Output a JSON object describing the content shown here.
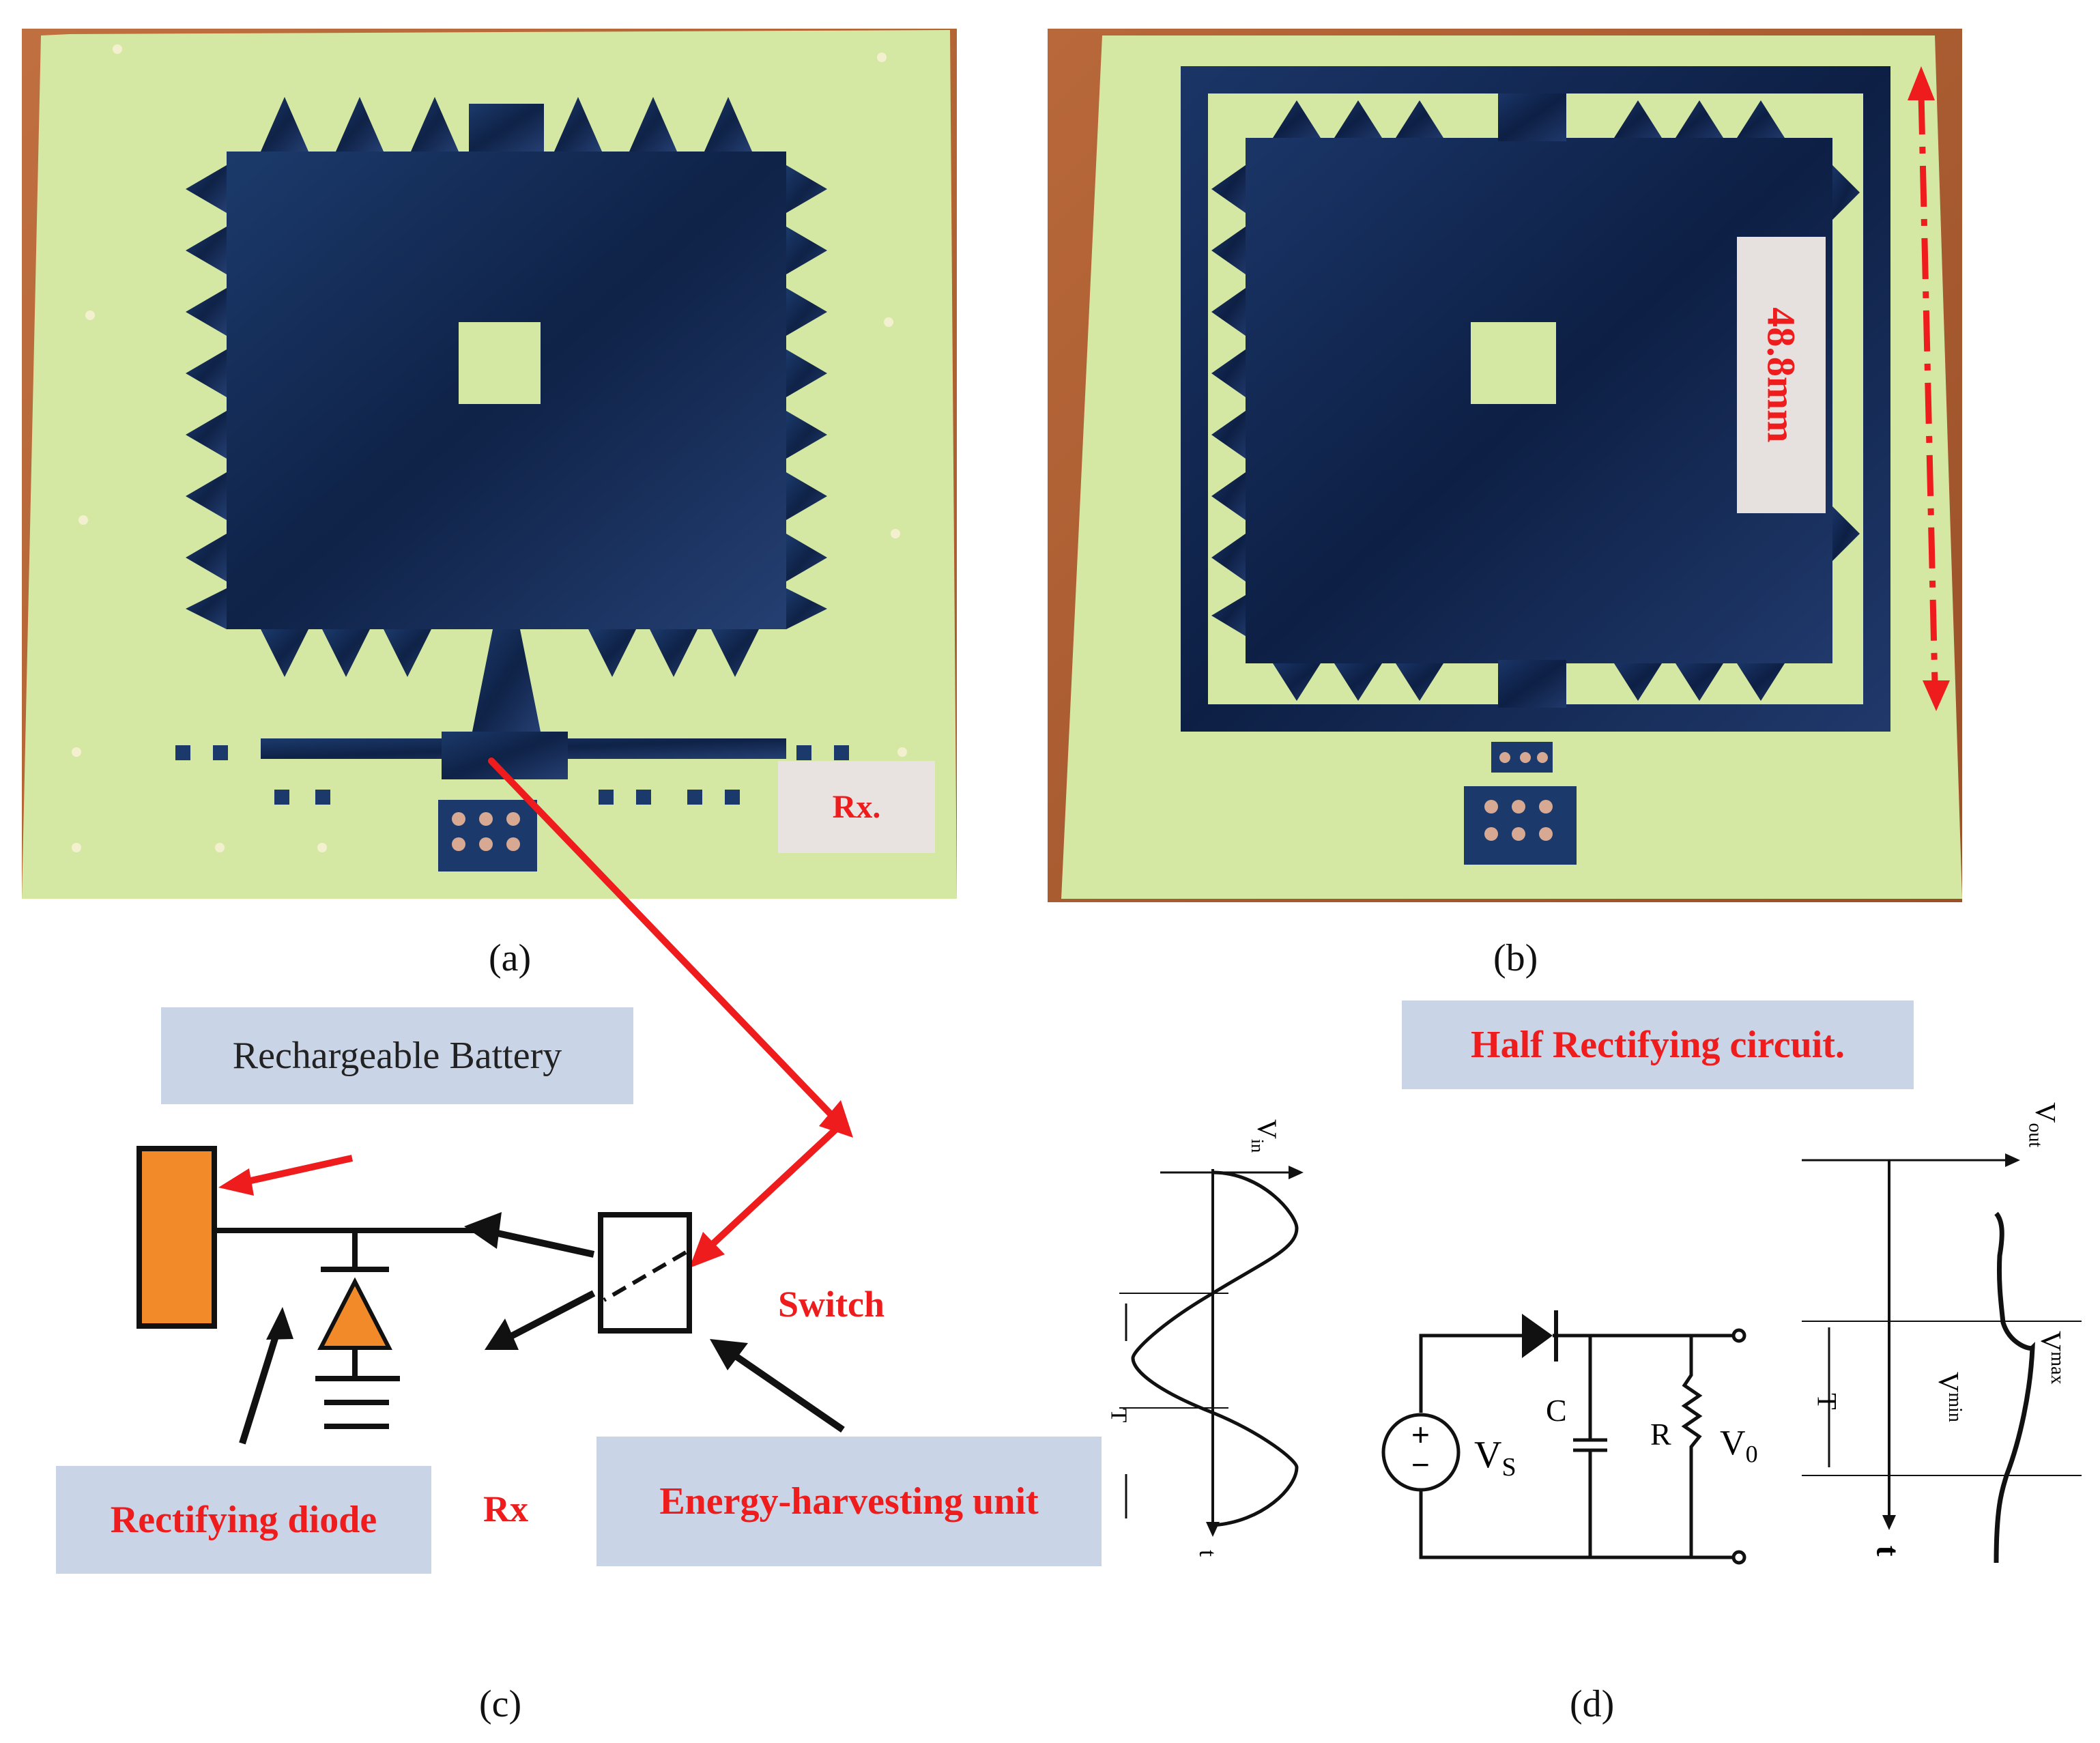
{
  "panels": {
    "a": {
      "caption": "(a)",
      "label": "Rx."
    },
    "b": {
      "caption": "(b)",
      "dimension": "48.8mm"
    },
    "c": {
      "caption": "(c)"
    },
    "d": {
      "caption": "(d)"
    }
  },
  "labels": {
    "battery": "Rechargeable Battery",
    "switch": "Switch",
    "rectifying_diode": "Rectifying diode",
    "rx": "Rx",
    "energy_harvesting": "Energy-harvesting unit",
    "half_rectifying": "Half Rectifying circuit."
  },
  "waveform_in": {
    "axis_y": "V",
    "axis_y_sub": "in",
    "axis_x": "t",
    "period_symbol": "T"
  },
  "circuit": {
    "source": "V",
    "source_sub": "S",
    "capacitor": "C",
    "resistor": "R",
    "output": "V",
    "output_sub": "0"
  },
  "waveform_out": {
    "axis_y": "V",
    "axis_y_sub": "out",
    "axis_x": "t",
    "period_symbol": "T",
    "vmax": "V",
    "vmax_sup": "max",
    "vmin": "V",
    "vmin_sup": "min"
  },
  "colors": {
    "board": "#cfe6a0",
    "copper": "#14284e",
    "background_wood": "#b86a36",
    "red": "#ee1c1c",
    "orange": "#f28a2a",
    "label_bg": "#c9d5e6"
  }
}
